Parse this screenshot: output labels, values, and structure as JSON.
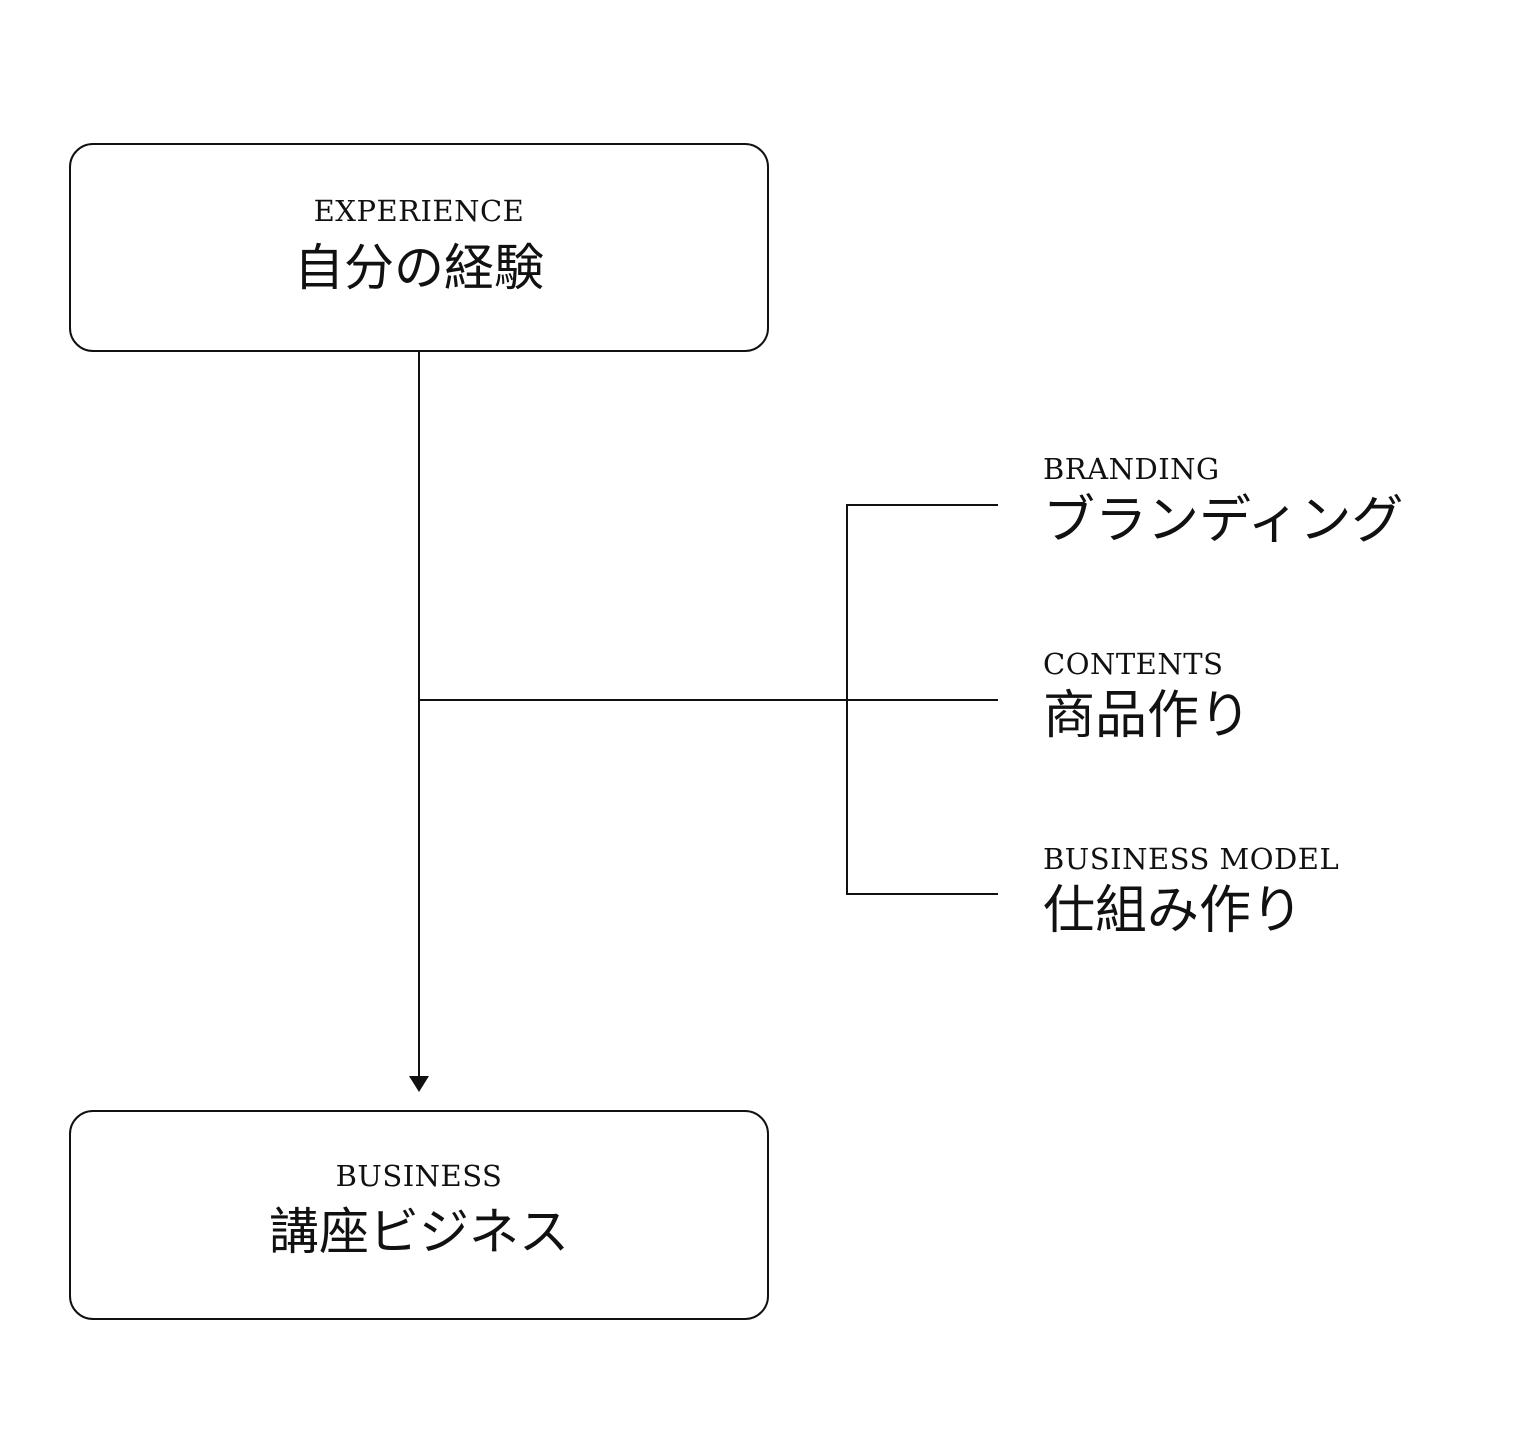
{
  "nodes": {
    "start": {
      "en": "EXPERIENCE",
      "jp": "自分の経験"
    },
    "end": {
      "en": "BUSINESS",
      "jp": "講座ビジネス"
    }
  },
  "factors": [
    {
      "en": "BRANDING",
      "jp": "ブランディング"
    },
    {
      "en": "CONTENTS",
      "jp": "商品作り"
    },
    {
      "en": "BUSINESS MODEL",
      "jp": "仕組み作り"
    }
  ],
  "colors": {
    "stroke": "#111111",
    "background": "#ffffff"
  }
}
